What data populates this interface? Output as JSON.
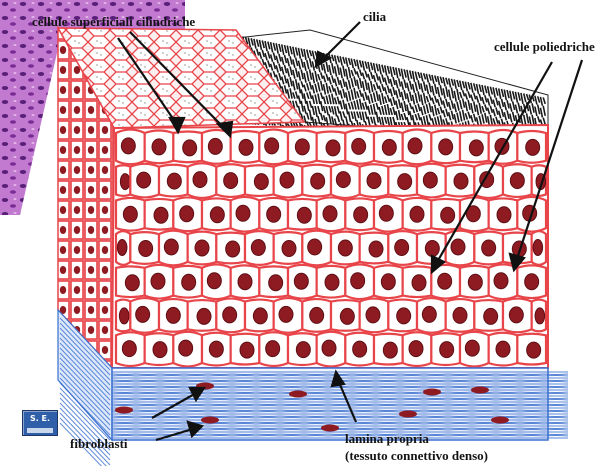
{
  "labels": {
    "surface_cells": "cellule superficiali cilindriche",
    "cilia": "cilia",
    "polyhedral_cells": "cellule poliedriche",
    "fibroblasts": "fibroblasti",
    "lamina_line1": "lamina propria",
    "lamina_line2": "(tessuto connettivo denso)"
  },
  "logo": {
    "text": "S. E."
  },
  "colors": {
    "cell_wall": "#e8454a",
    "nucleus": "#8e1b22",
    "connective": "#3a6fcf",
    "cilia": "#1a1a1a",
    "background_stain": "#9b3fb0",
    "text": "#141414"
  }
}
